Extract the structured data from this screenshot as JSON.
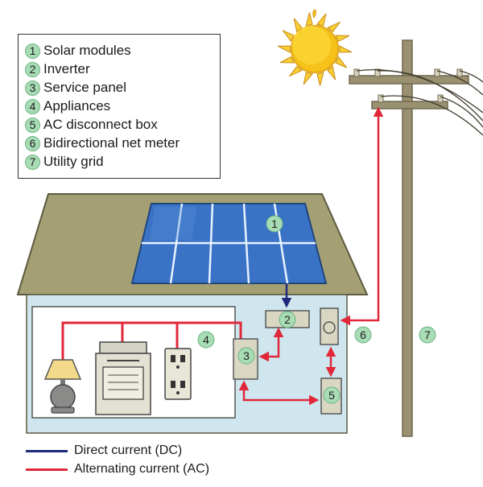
{
  "legend": {
    "items": [
      {
        "number": "1",
        "label": "Solar modules"
      },
      {
        "number": "2",
        "label": "Inverter"
      },
      {
        "number": "3",
        "label": "Service panel"
      },
      {
        "number": "4",
        "label": "Appliances"
      },
      {
        "number": "5",
        "label": "AC disconnect box"
      },
      {
        "number": "6",
        "label": "Bidirectional net meter"
      },
      {
        "number": "7",
        "label": "Utility grid"
      }
    ]
  },
  "markers": {
    "solar_modules": "1",
    "inverter": "2",
    "service_panel": "3",
    "appliances": "4",
    "ac_disconnect": "5",
    "net_meter": "6",
    "utility_grid": "7"
  },
  "key": {
    "dc_label": "Direct current (DC)",
    "ac_label": "Alternating current (AC)",
    "dc_color": "#1f2a7a",
    "ac_color": "#e0283a"
  },
  "colors": {
    "roof": "#a59f74",
    "wall": "#cfe6ef",
    "panel": "#3a73c6",
    "sun": "#f6c21a",
    "pole": "#9a9170",
    "badge": "#a8dcb5"
  },
  "icons": {
    "sun": "sun-icon",
    "lamp": "lamp-icon",
    "stove": "stove-icon",
    "outlet": "outlet-icon",
    "pole": "utility-pole-icon"
  }
}
